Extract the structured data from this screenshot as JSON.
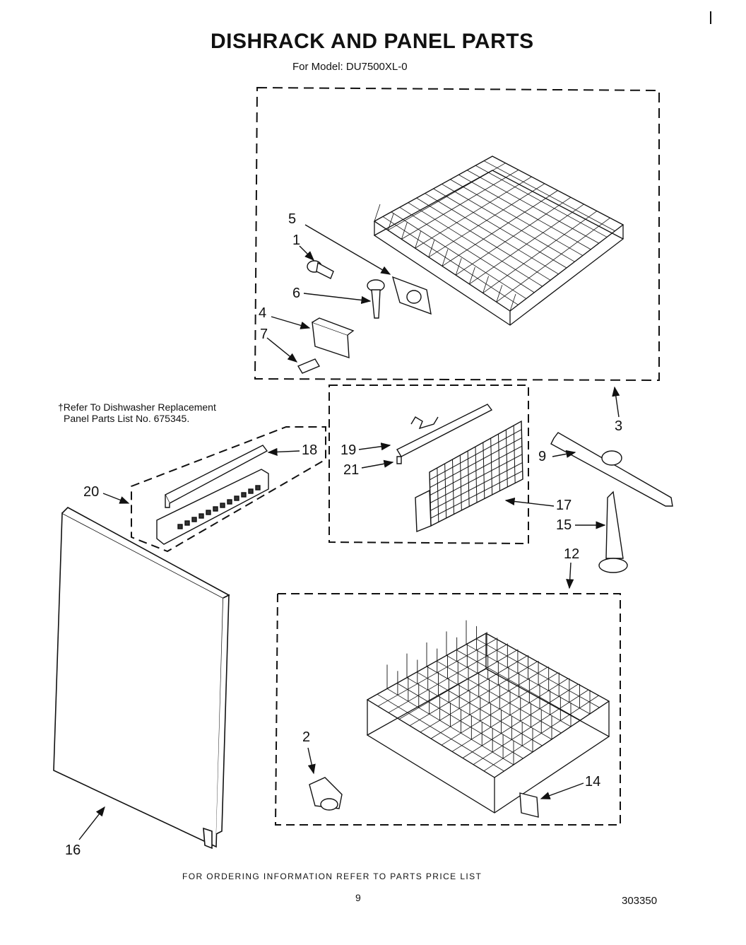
{
  "header": {
    "title": "DISHRACK AND PANEL PARTS",
    "model_line": "For Model: DU7500XL-0"
  },
  "note": {
    "line1": "†Refer To Dishwasher Replacement",
    "line2": "Panel Parts List No. 675345."
  },
  "callouts": {
    "p1": "1",
    "p2": "2",
    "p3": "3",
    "p4": "4",
    "p5": "5",
    "p6": "6",
    "p7": "7",
    "p9": "9",
    "p12": "12",
    "p14": "14",
    "p15": "15",
    "p16": "16",
    "p17": "17",
    "p18": "18",
    "p19": "19",
    "p20": "20",
    "p21": "21"
  },
  "footer": {
    "ordering": "FOR ORDERING INFORMATION REFER TO PARTS PRICE LIST",
    "page_number": "9",
    "doc_number": "303350"
  }
}
